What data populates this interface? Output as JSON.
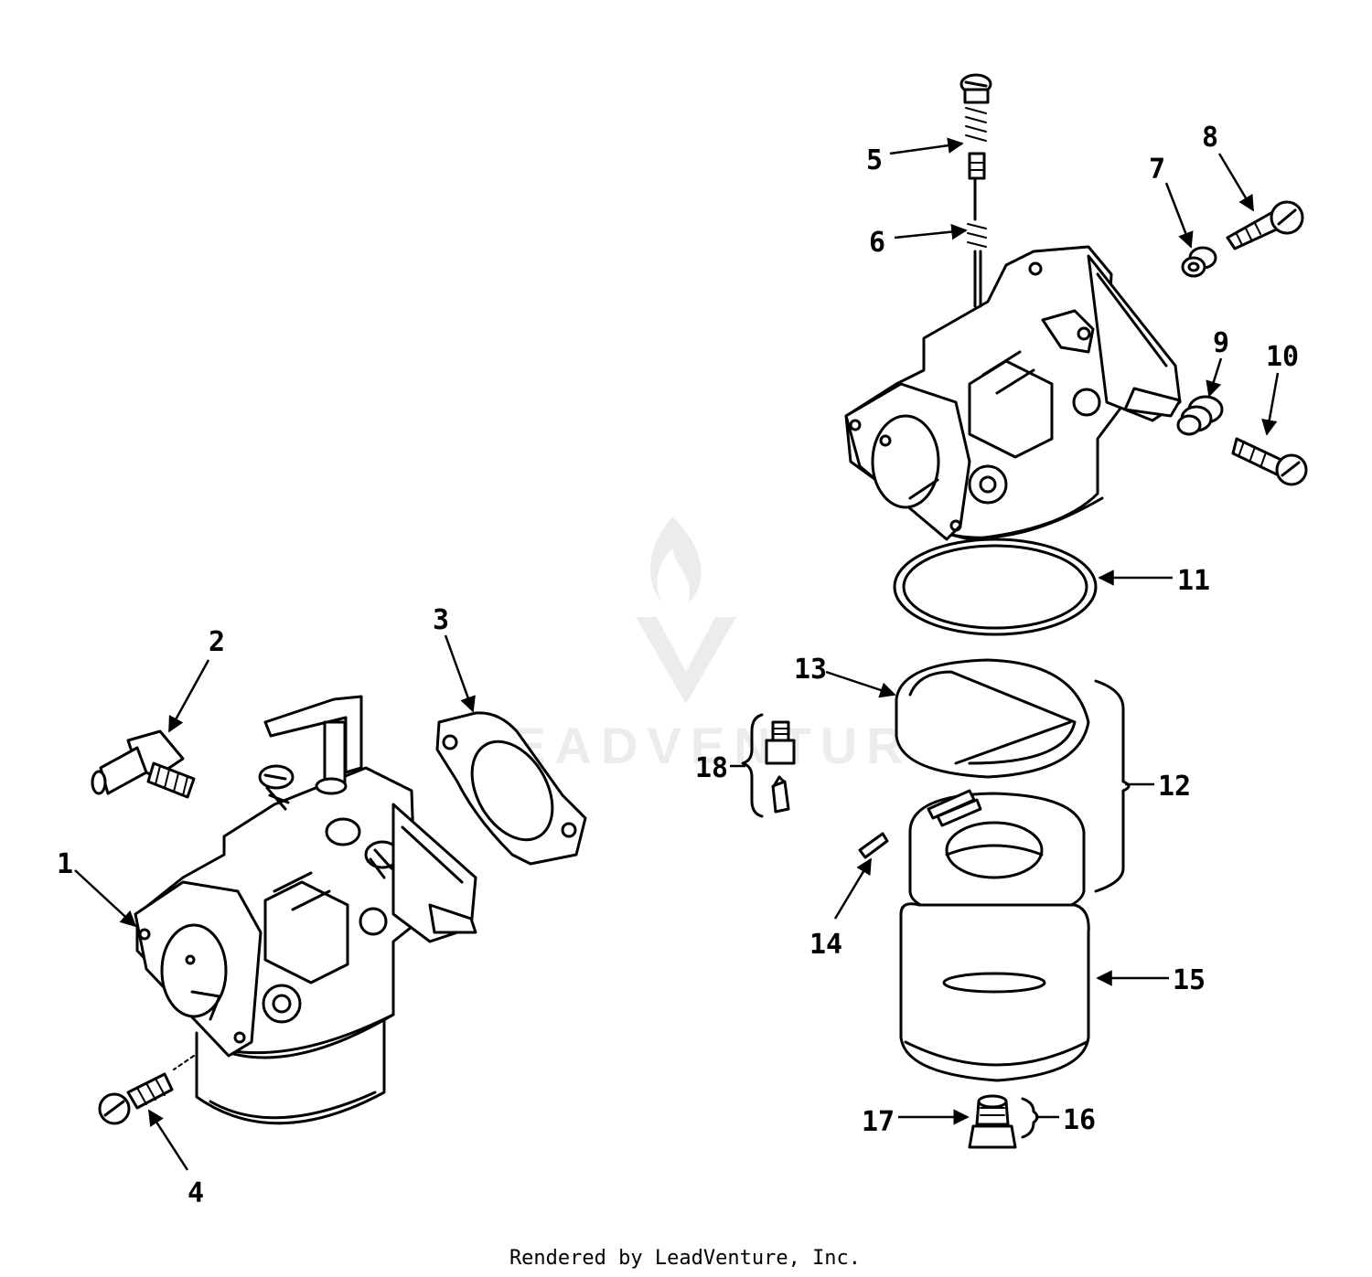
{
  "callouts": [
    "1",
    "2",
    "3",
    "4",
    "5",
    "6",
    "7",
    "8",
    "9",
    "10",
    "11",
    "12",
    "13",
    "14",
    "15",
    "16",
    "17",
    "18"
  ],
  "watermark": {
    "text": "LEADVENTURE",
    "logo": "leadventure-flame-v-logo",
    "color": "#ececec"
  },
  "footer": "Rendered by LeadVenture, Inc."
}
